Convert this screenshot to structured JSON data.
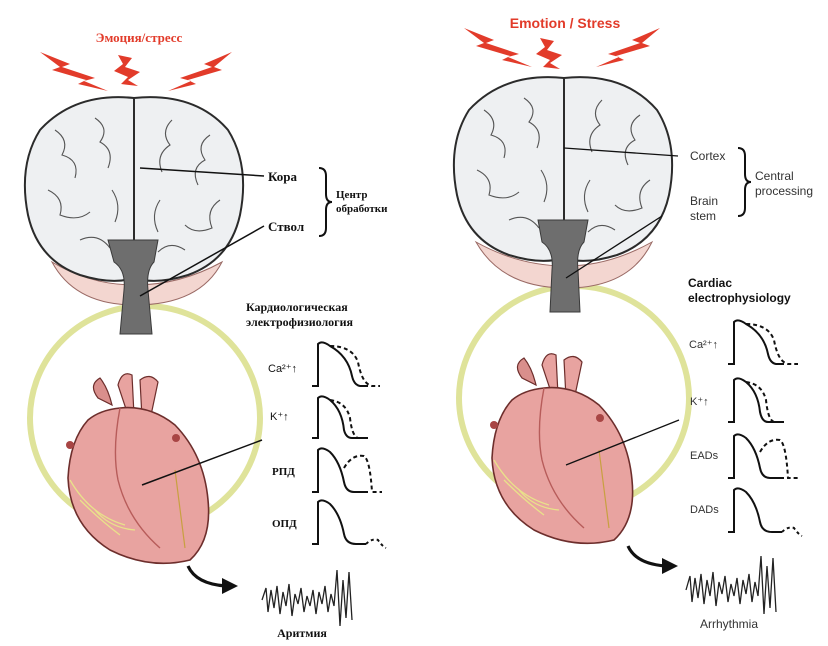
{
  "colors": {
    "stress_red": "#e23b2a",
    "brain_fill": "#eef0f2",
    "brain_stroke": "#2b2b2b",
    "stem_gray": "#6e6e6e",
    "cerebellum_pink": "#f3d6d0",
    "loop_yellow": "#dfe39a",
    "heart_pink": "#e8a3a0",
    "heart_dark": "#b75c5a",
    "line_black": "#111111"
  },
  "panels": [
    {
      "lang": "ru",
      "title": "Эмоция/стресс",
      "cortex_label": "Кора",
      "stem_label": "Ствол",
      "processing_label_line1": "Центр",
      "processing_label_line2": "обработки",
      "electro_title_line1": "Кардиологическая",
      "electro_title_line2": "электрофизиология",
      "traces": [
        {
          "label": "Ca²⁺↑",
          "type": "prolonged"
        },
        {
          "label": "K⁺↑",
          "type": "prolonged_k"
        },
        {
          "label": "РПД",
          "type": "ead"
        },
        {
          "label": "ОПД",
          "type": "dad"
        }
      ],
      "arrhythmia_label": "Аритмия"
    },
    {
      "lang": "en",
      "title": "Emotion / Stress",
      "cortex_label": "Cortex",
      "stem_label_line1": "Brain",
      "stem_label_line2": "stem",
      "processing_label_line1": "Central",
      "processing_label_line2": "processing",
      "electro_title_line1": "Cardiac",
      "electro_title_line2": "electrophysiology",
      "traces": [
        {
          "label": "Ca²⁺↑",
          "type": "prolonged"
        },
        {
          "label": "K⁺↑",
          "type": "prolonged_k"
        },
        {
          "label": "EADs",
          "type": "ead"
        },
        {
          "label": "DADs",
          "type": "dad"
        }
      ],
      "arrhythmia_label": "Arrhythmia"
    }
  ]
}
